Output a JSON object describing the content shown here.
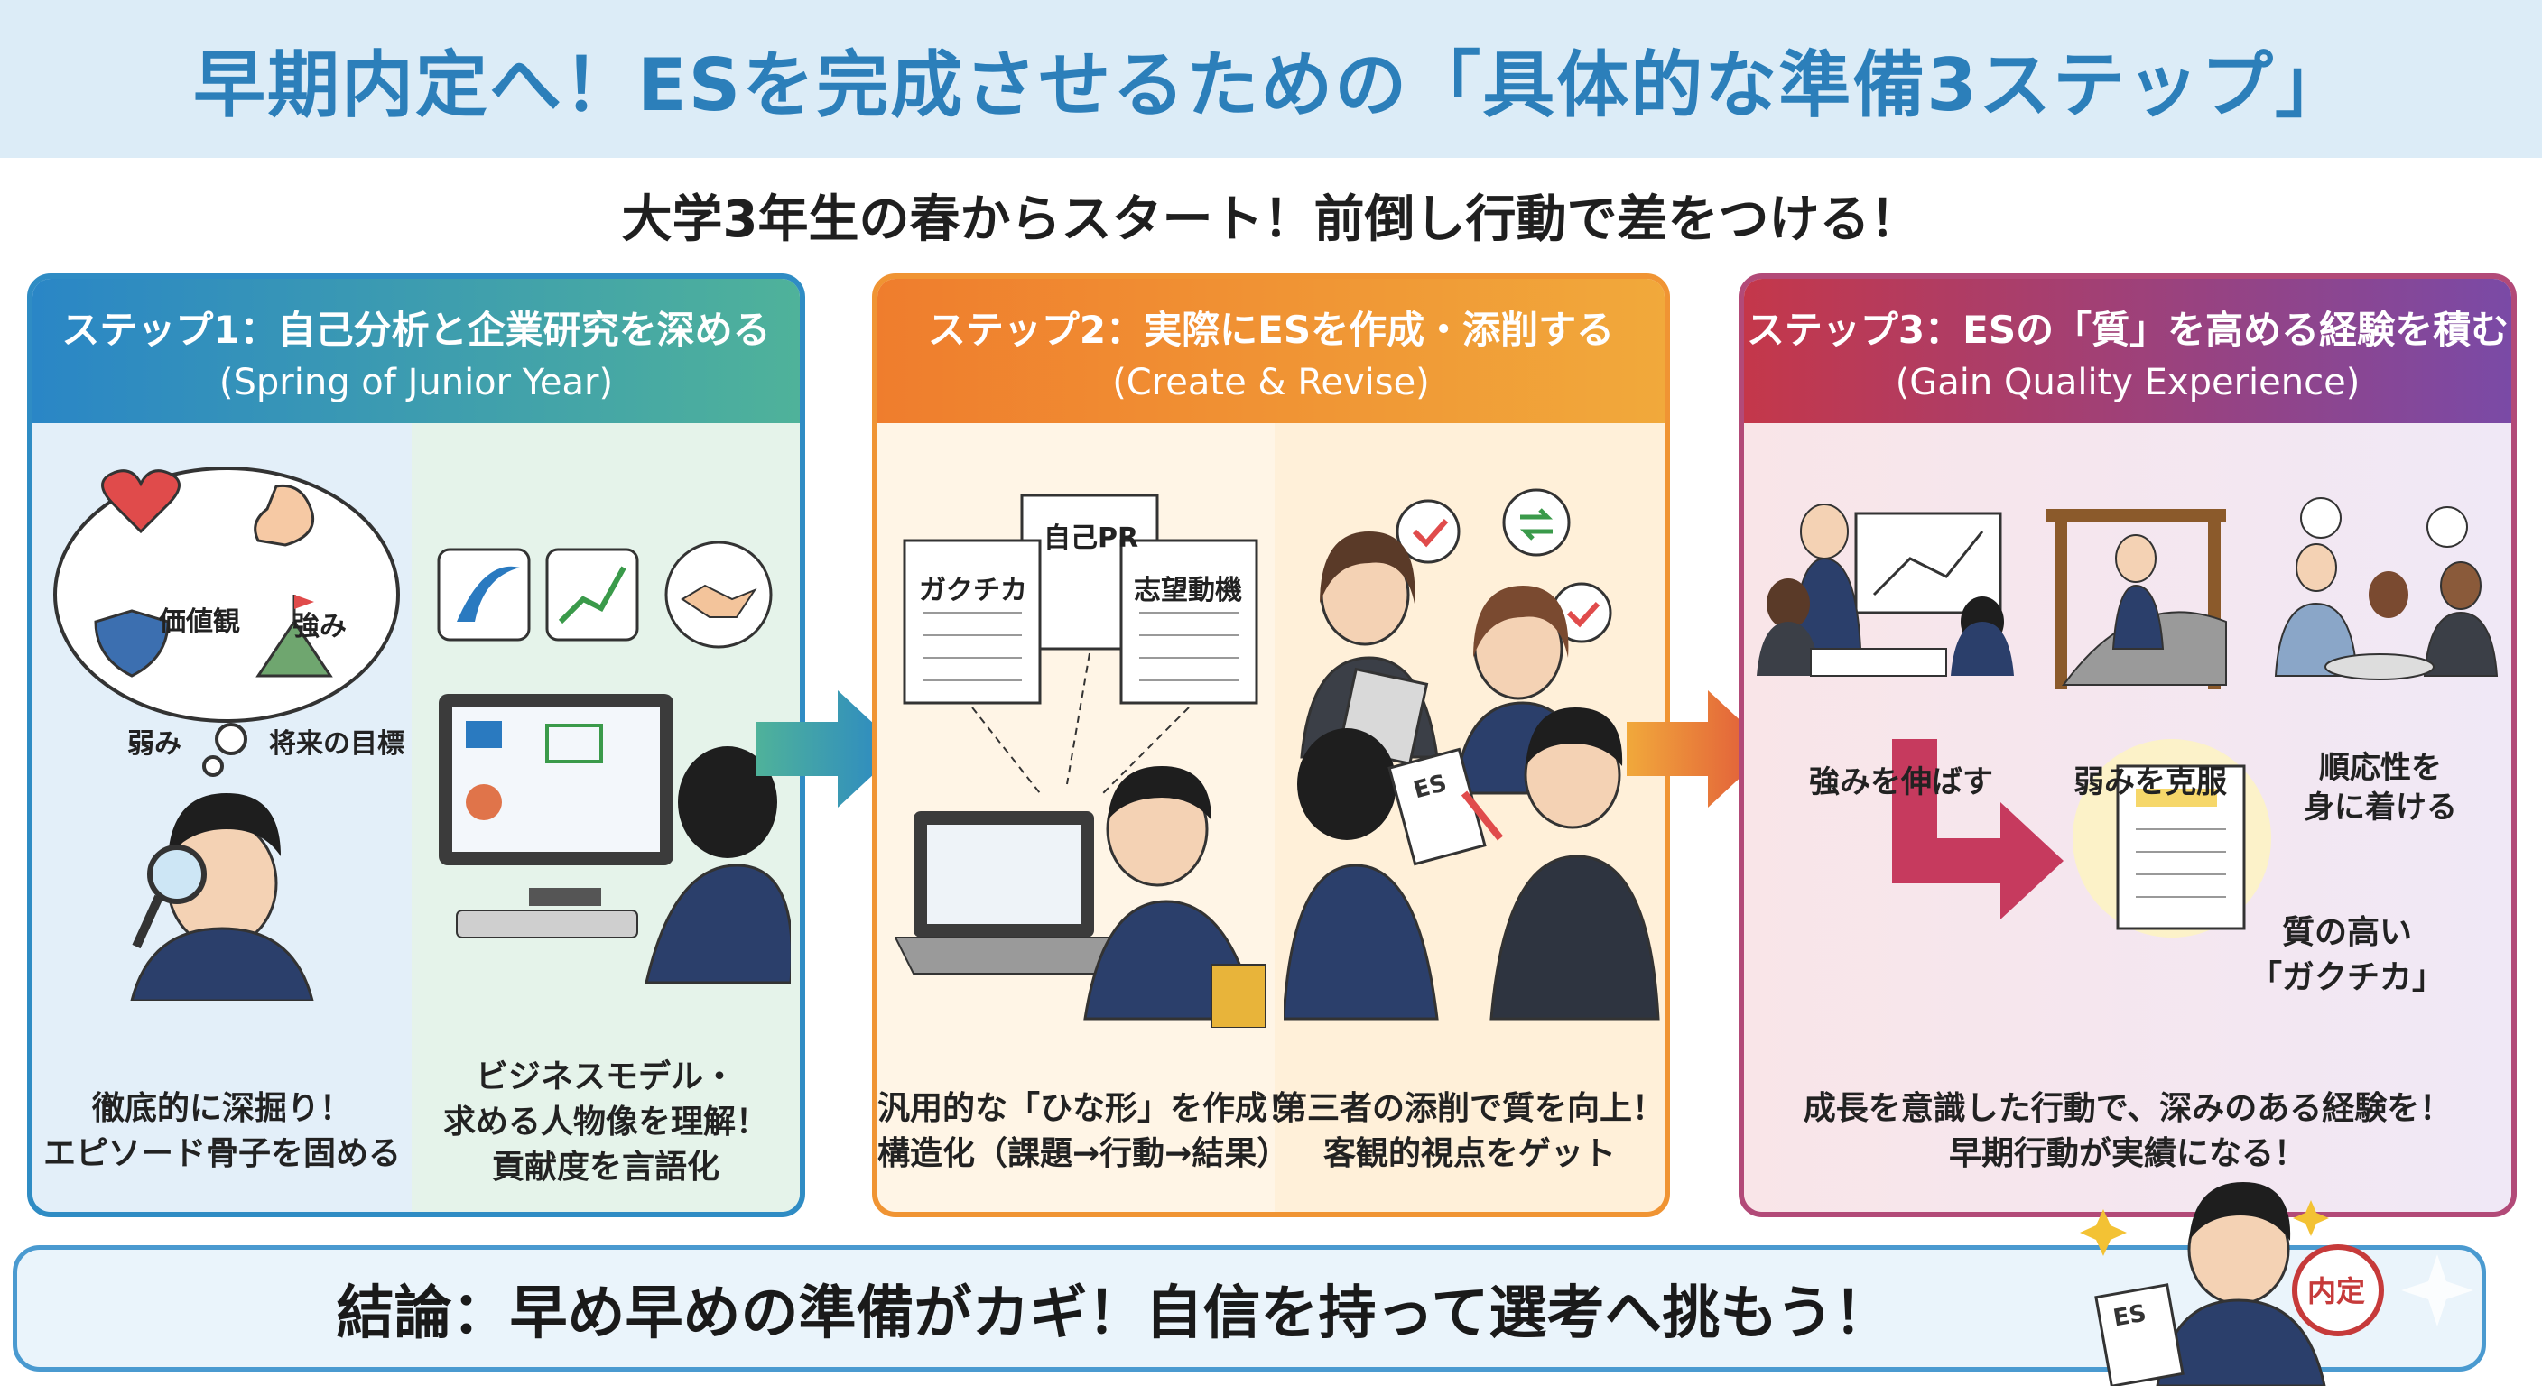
{
  "title": "早期内定へ！ESを完成させるための「具体的な準備3ステップ」",
  "subtitle": "大学3年生の春からスタート！前倒し行動で差をつける！",
  "step1": {
    "title": "ステップ1：自己分析と企業研究を深める",
    "english": "(Spring of Junior Year)",
    "thought_labels": [
      "価値観",
      "強み",
      "弱み",
      "将来の目標"
    ],
    "caption_left": [
      "徹底的に深掘り！",
      "エピソード骨子を固める"
    ],
    "caption_right": [
      "ビジネスモデル・",
      "求める人物像を理解！",
      "貢献度を言語化"
    ]
  },
  "step2": {
    "title": "ステップ2：実際にESを作成・添削する",
    "english": "(Create & Revise)",
    "doc_labels": [
      "ガクチカ",
      "自己PR",
      "志望動機"
    ],
    "es_label": "ES",
    "caption_left": [
      "汎用的な「ひな形」を作成！",
      "構造化（課題→行動→結果）"
    ],
    "caption_right": [
      "第三者の添削で質を向上！",
      "客観的視点をゲット"
    ]
  },
  "step3": {
    "title": "ステップ3：ESの「質」を高める経験を積む",
    "english": "(Gain Quality Experience)",
    "experience_labels": [
      "強みを伸ばす",
      "弱みを克服",
      "順応性を\n身に着ける"
    ],
    "result_label": [
      "質の高い",
      "「ガクチカ」"
    ],
    "caption": [
      "成長を意識した行動で、深みのある経験を！",
      "早期行動が実績になる！"
    ]
  },
  "conclusion": "結論：早め早めの準備がカギ！自信を持って選考へ挑もう！",
  "badge": {
    "es": "ES",
    "stamp": "内定"
  },
  "colors": {
    "title": "#2c7fba",
    "step1": "#2f8cc4",
    "step2": "#f09433",
    "step3": "#b24a78",
    "suit": "#2b3f6b"
  }
}
